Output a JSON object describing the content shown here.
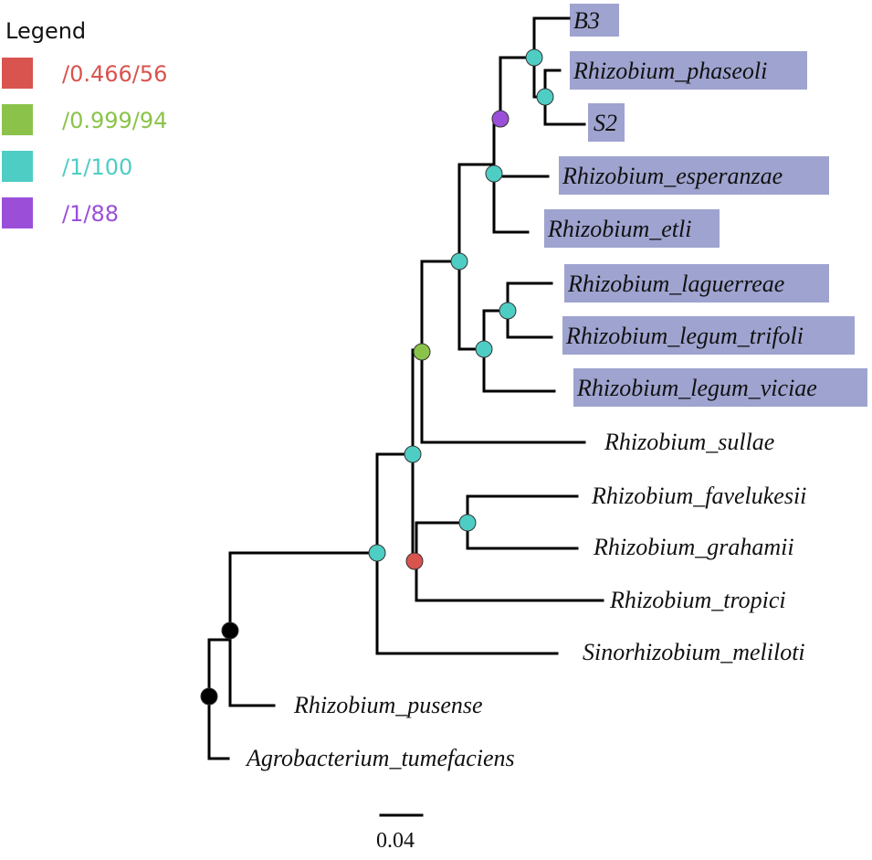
{
  "legend": {
    "title": "Legend",
    "items": [
      {
        "label": "/0.466/56",
        "color": "#d9534f"
      },
      {
        "label": "/0.999/94",
        "color": "#8bc34a"
      },
      {
        "label": "/1/100",
        "color": "#4ecdc4"
      },
      {
        "label": "/1/88",
        "color": "#9b4fd9"
      }
    ]
  },
  "tips": [
    "B3",
    "Rhizobium_phaseoli",
    "S2",
    "Rhizobium_esperanzae",
    "Rhizobium_etli",
    "Rhizobium_laguerreae",
    "Rhizobium_legum_trifoli",
    "Rhizobium_legum_viciae",
    "Rhizobium_sullae",
    "Rhizobium_favelukesii",
    "Rhizobium_grahamii",
    "Rhizobium_tropici",
    "Sinorhizobium_meliloti",
    "Rhizobium_pusense",
    "Agrobacterium_tumefaciens"
  ],
  "highlighted_tips": [
    "B3",
    "Rhizobium_phaseoli",
    "S2",
    "Rhizobium_esperanzae",
    "Rhizobium_etli",
    "Rhizobium_laguerreae",
    "Rhizobium_legum_trifoli",
    "Rhizobium_legum_viciae"
  ],
  "highlight_color": "#9fa3cf",
  "scale_bar": {
    "label": "0.04"
  }
}
